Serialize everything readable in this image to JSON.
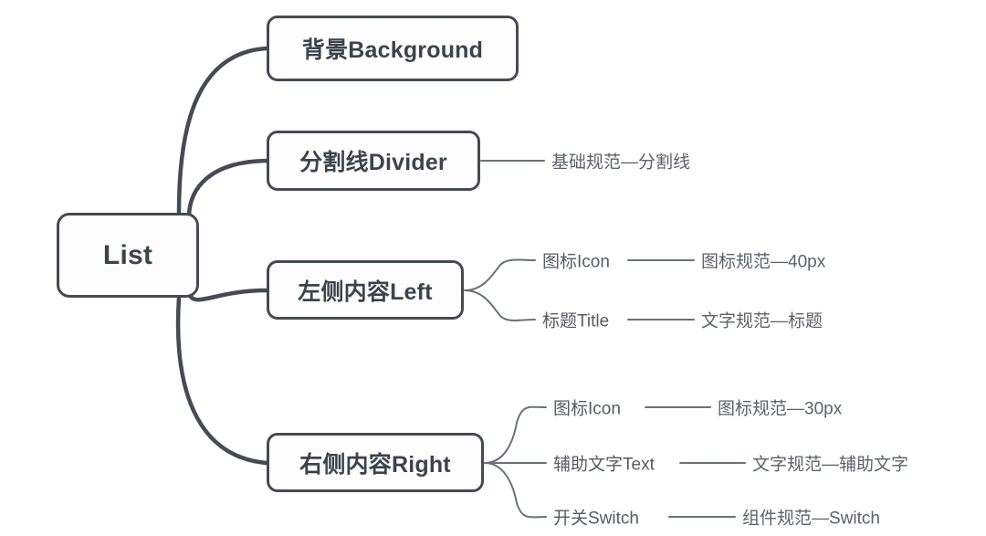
{
  "diagram": {
    "type": "mindmap",
    "title": "List",
    "colors": {
      "stroke": "#454b55",
      "node_text": "#3d434c",
      "leaf_text": "#5c626b",
      "background": "#ffffff",
      "thin_stroke": "#6b7179"
    },
    "root": {
      "label": "List"
    },
    "branches": [
      {
        "label": "背景Background",
        "children": []
      },
      {
        "label": "分割线Divider",
        "children": [
          {
            "label": "基础规范—分割线",
            "children": []
          }
        ]
      },
      {
        "label": "左侧内容Left",
        "children": [
          {
            "label": "图标Icon",
            "detail": "图标规范—40px"
          },
          {
            "label": "标题Title",
            "detail": "文字规范—标题"
          }
        ]
      },
      {
        "label": "右侧内容Right",
        "children": [
          {
            "label": "图标Icon",
            "detail": "图标规范—30px"
          },
          {
            "label": "辅助文字Text",
            "detail": "文字规范—辅助文字"
          },
          {
            "label": "开关Switch",
            "detail": "组件规范—Switch"
          }
        ]
      }
    ]
  }
}
